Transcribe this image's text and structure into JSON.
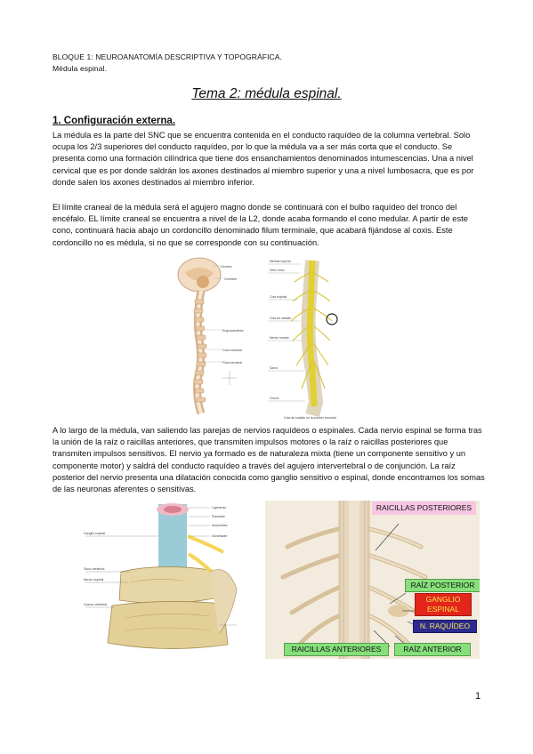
{
  "header": {
    "line1": "BLOQUE 1: NEUROANATOMÍA DESCRIPTIVA Y TOPOGRÁFICA.",
    "line2": "Médula espinal."
  },
  "title": "Tema 2: médula espinal.",
  "section_heading": "1. Configuración externa.",
  "paragraphs": [
    "La médula es la parte del SNC que se encuentra contenida en el conducto raquídeo de la columna vertebral. Solo ocupa los 2/3 superiores del conducto raquídeo, por lo que la médula va a ser más corta que el conducto. Se presenta como una formación cilíndrica que tiene dos ensanchamientos denominados intumescencias. Una a nivel cervical que es por donde saldrán los axones destinados al miembro superior y una a nivel lumbosacra, que es por donde salen los axones destinados al miembro inferior.",
    "El límite craneal de la médula será el agujero magno donde se continuará con el bulbo raquídeo del tronco del encéfalo. EL límite craneal se encuentra a nivel de la L2, donde acaba formando el cono medular. A partir de este cono, continuará hacia abajo un cordoncillo denominado filum terminale, que acabará fijándose al coxis. Este cordoncillo no es médula, si no que se corresponde con su continuación.",
    "A lo largo de la médula, van saliendo las parejas de nervios raquídeos o espinales. Cada nervio espinal se forma tras la unión de la raíz o raicillas anteriores, que transmiten impulsos motores o la raíz o raicillas posteriores que transmiten impulsos sensitivos. El nervio ya formado es de naturaleza mixta (tiene un componente sensitivo y un componente motor) y saldrá del conducto raquídeo a través del agujero intervertebral o de conjunción. La raíz posterior del nervio presenta una dilatación conocida como ganglio sensitivo o espinal, donde encontramos los somas de las neuronas aferentes o sensitivas."
  ],
  "figure3_labels": {
    "raicillas_posteriores": "RAICILLAS POSTERIORES",
    "raiz_posterior": "RAÍZ POSTERIOR",
    "ganglio_espinal": "GANGLIO ESPINAL",
    "n_raquideo": "N. RAQUÍDEO",
    "raicillas_anteriores": "RAICILLAS ANTERIORES",
    "raiz_anterior": "RAÍZ ANTERIOR"
  },
  "label_colors": {
    "pink": "#f7c6e2",
    "green": "#86e07a",
    "red": "#e3251b",
    "navy": "#2c2a8f"
  },
  "page_number": "1"
}
